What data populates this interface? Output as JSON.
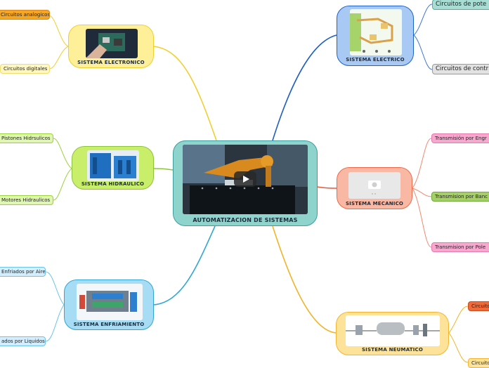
{
  "central": {
    "title": "AUTOMATIZACION DE SISTEMAS"
  },
  "branches": {
    "electronico": {
      "title": "SISTEMA ELECTRONICO",
      "leaves": [
        "Circuitos analogicos",
        "Circuitos digitales"
      ],
      "color": "#f5d33b"
    },
    "hidraulico": {
      "title": "SISTEMA HIDRAULICO",
      "leaves": [
        "Pistones Hidrsulicos",
        "Motores Hidraulicos"
      ],
      "color": "#9bd23b"
    },
    "enfriamiento": {
      "title": "SISTEMA ENFRIAMIENTO",
      "leaves": [
        "Enfriados por Aire",
        "ados por Liquidos"
      ],
      "color": "#3fb2de"
    },
    "electrico": {
      "title": "SISTEMA ELECTRICO",
      "leaves": [
        "Circuitos de pote",
        "Circuitos de contr"
      ],
      "color": "#1f63c6"
    },
    "mecanico": {
      "title": "SISTEMA MECANICO",
      "leaves": [
        "Transmisión por Engr",
        "Transmision por Banc",
        "Transmision por Pole"
      ],
      "color": "#ef6a4a"
    },
    "neumatico": {
      "title": "SISTEMA NEUMATICO",
      "leaves": [
        "Circuito",
        "Circuito"
      ],
      "color": "#f2b632"
    }
  }
}
